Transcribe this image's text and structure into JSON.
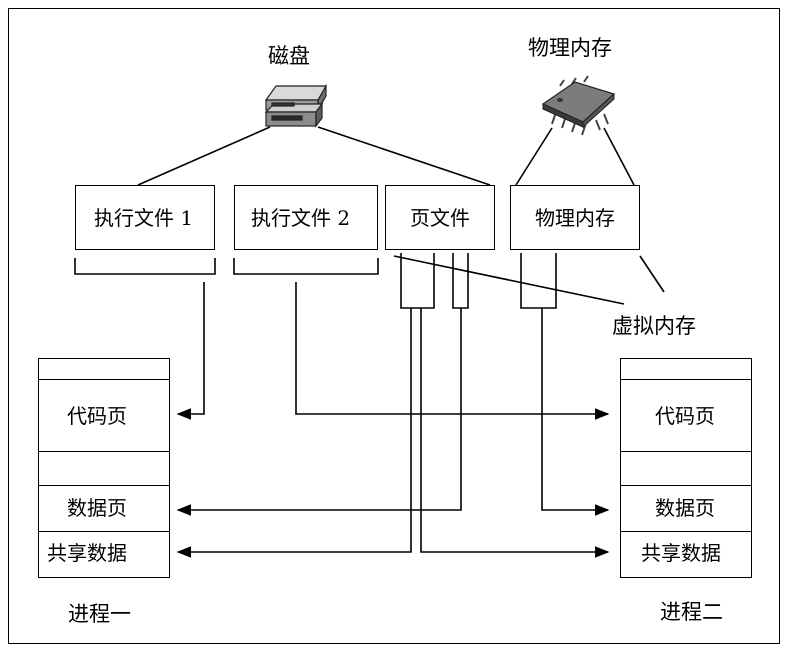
{
  "top": {
    "disk_label": "磁盘",
    "physical_memory_label": "物理内存"
  },
  "files": {
    "exec1": "执行文件 1",
    "exec2": "执行文件 2",
    "page_file": "页文件",
    "physical_memory": "物理内存"
  },
  "virtual_memory_label": "虚拟内存",
  "process_one": {
    "name": "进程一",
    "code_page": "代码页",
    "data_page": "数据页",
    "shared_data": "共享数据"
  },
  "process_two": {
    "name": "进程二",
    "code_page": "代码页",
    "data_page": "数据页",
    "shared_data": "共享数据"
  },
  "icons": {
    "disk": "disk-drive-icon",
    "chip": "memory-chip-icon"
  }
}
